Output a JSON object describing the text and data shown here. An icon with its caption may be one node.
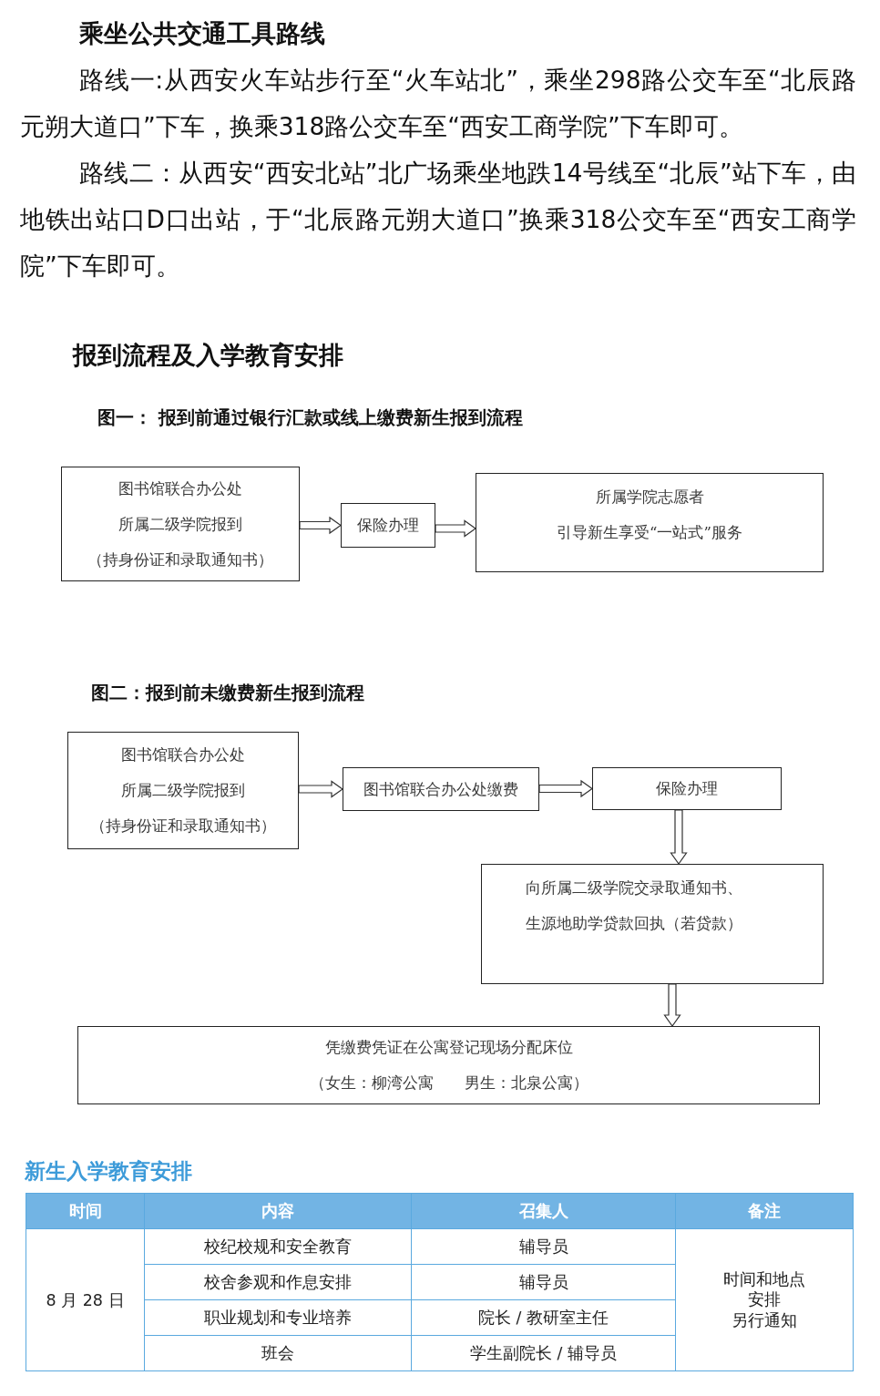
{
  "diagram": {
    "title": "乘坐公共交通工具路线",
    "nodes": [
      {
        "text": [
          "图书馆联合办公处",
          "所属二级学院报到",
          "（持身份证和录取通知书）"
        ]
      },
      {
        "text": [
          "保险办理"
        ]
      },
      {
        "text": [
          "所属学院志愿者",
          "引导新生享受“一站式”服务"
        ]
      },
      {
        "text": [
          "图书馆联合办公处",
          "所属二级学院报到",
          "（持身份证和录取通知书）"
        ]
      },
      {
        "text": [
          "图书馆联合办公处缴费"
        ]
      },
      {
        "text": [
          "保险办理"
        ]
      },
      {
        "text": [
          "向所属二级学院交录取通知书、",
          "生源地助学贷款回执（若贷款）"
        ]
      },
      {
        "text": [
          "凭缴费凭证在公寓登记现场分配床位",
          "（女生：柳湾公寓　　男生：北泉公寓）"
        ]
      }
    ],
    "edges": [
      {
        "from": 0,
        "to": 1,
        "arrow": "to"
      },
      {
        "from": 1,
        "to": 2,
        "arrow": "to"
      },
      {
        "from": 3,
        "to": 4,
        "arrow": "to"
      },
      {
        "from": 4,
        "to": 5,
        "arrow": "to"
      },
      {
        "from": 5,
        "to": 6,
        "arrow": "to"
      },
      {
        "from": 6,
        "to": 7,
        "arrow": "to"
      }
    ],
    "labels": [
      "路线一:从西安火车站步行至“火车站北”，乘坐298路公交车至“北辰路元朔大道口”下车，换乘318路公交车至“西安工商学院”下车即可。",
      "路线二：从西安“西安北站”北广场乘坐地跌14号线至“北辰”站下车，由地铁出站口D口出站，于“北辰路元朔大道口”换乘318公交车至“西安工商学院”下车即可。",
      "报到流程及入学教育安排",
      "图一： 报到前通过银行汇款或线上缴费新生报到流程",
      "图二：报到前未缴费新生报到流程",
      "新生入学教育安排",
      "时间",
      "内容",
      "召集人",
      "备注",
      "8 月 28 日",
      "校纪校规和安全教育",
      "辅导员",
      "时间和地点",
      "安排",
      "另行通知",
      "校舍参观和作息安排",
      "辅导员",
      "职业规划和专业培养",
      "院长 / 教研室主任",
      "班会",
      "学生副院长 / 辅导员"
    ]
  }
}
